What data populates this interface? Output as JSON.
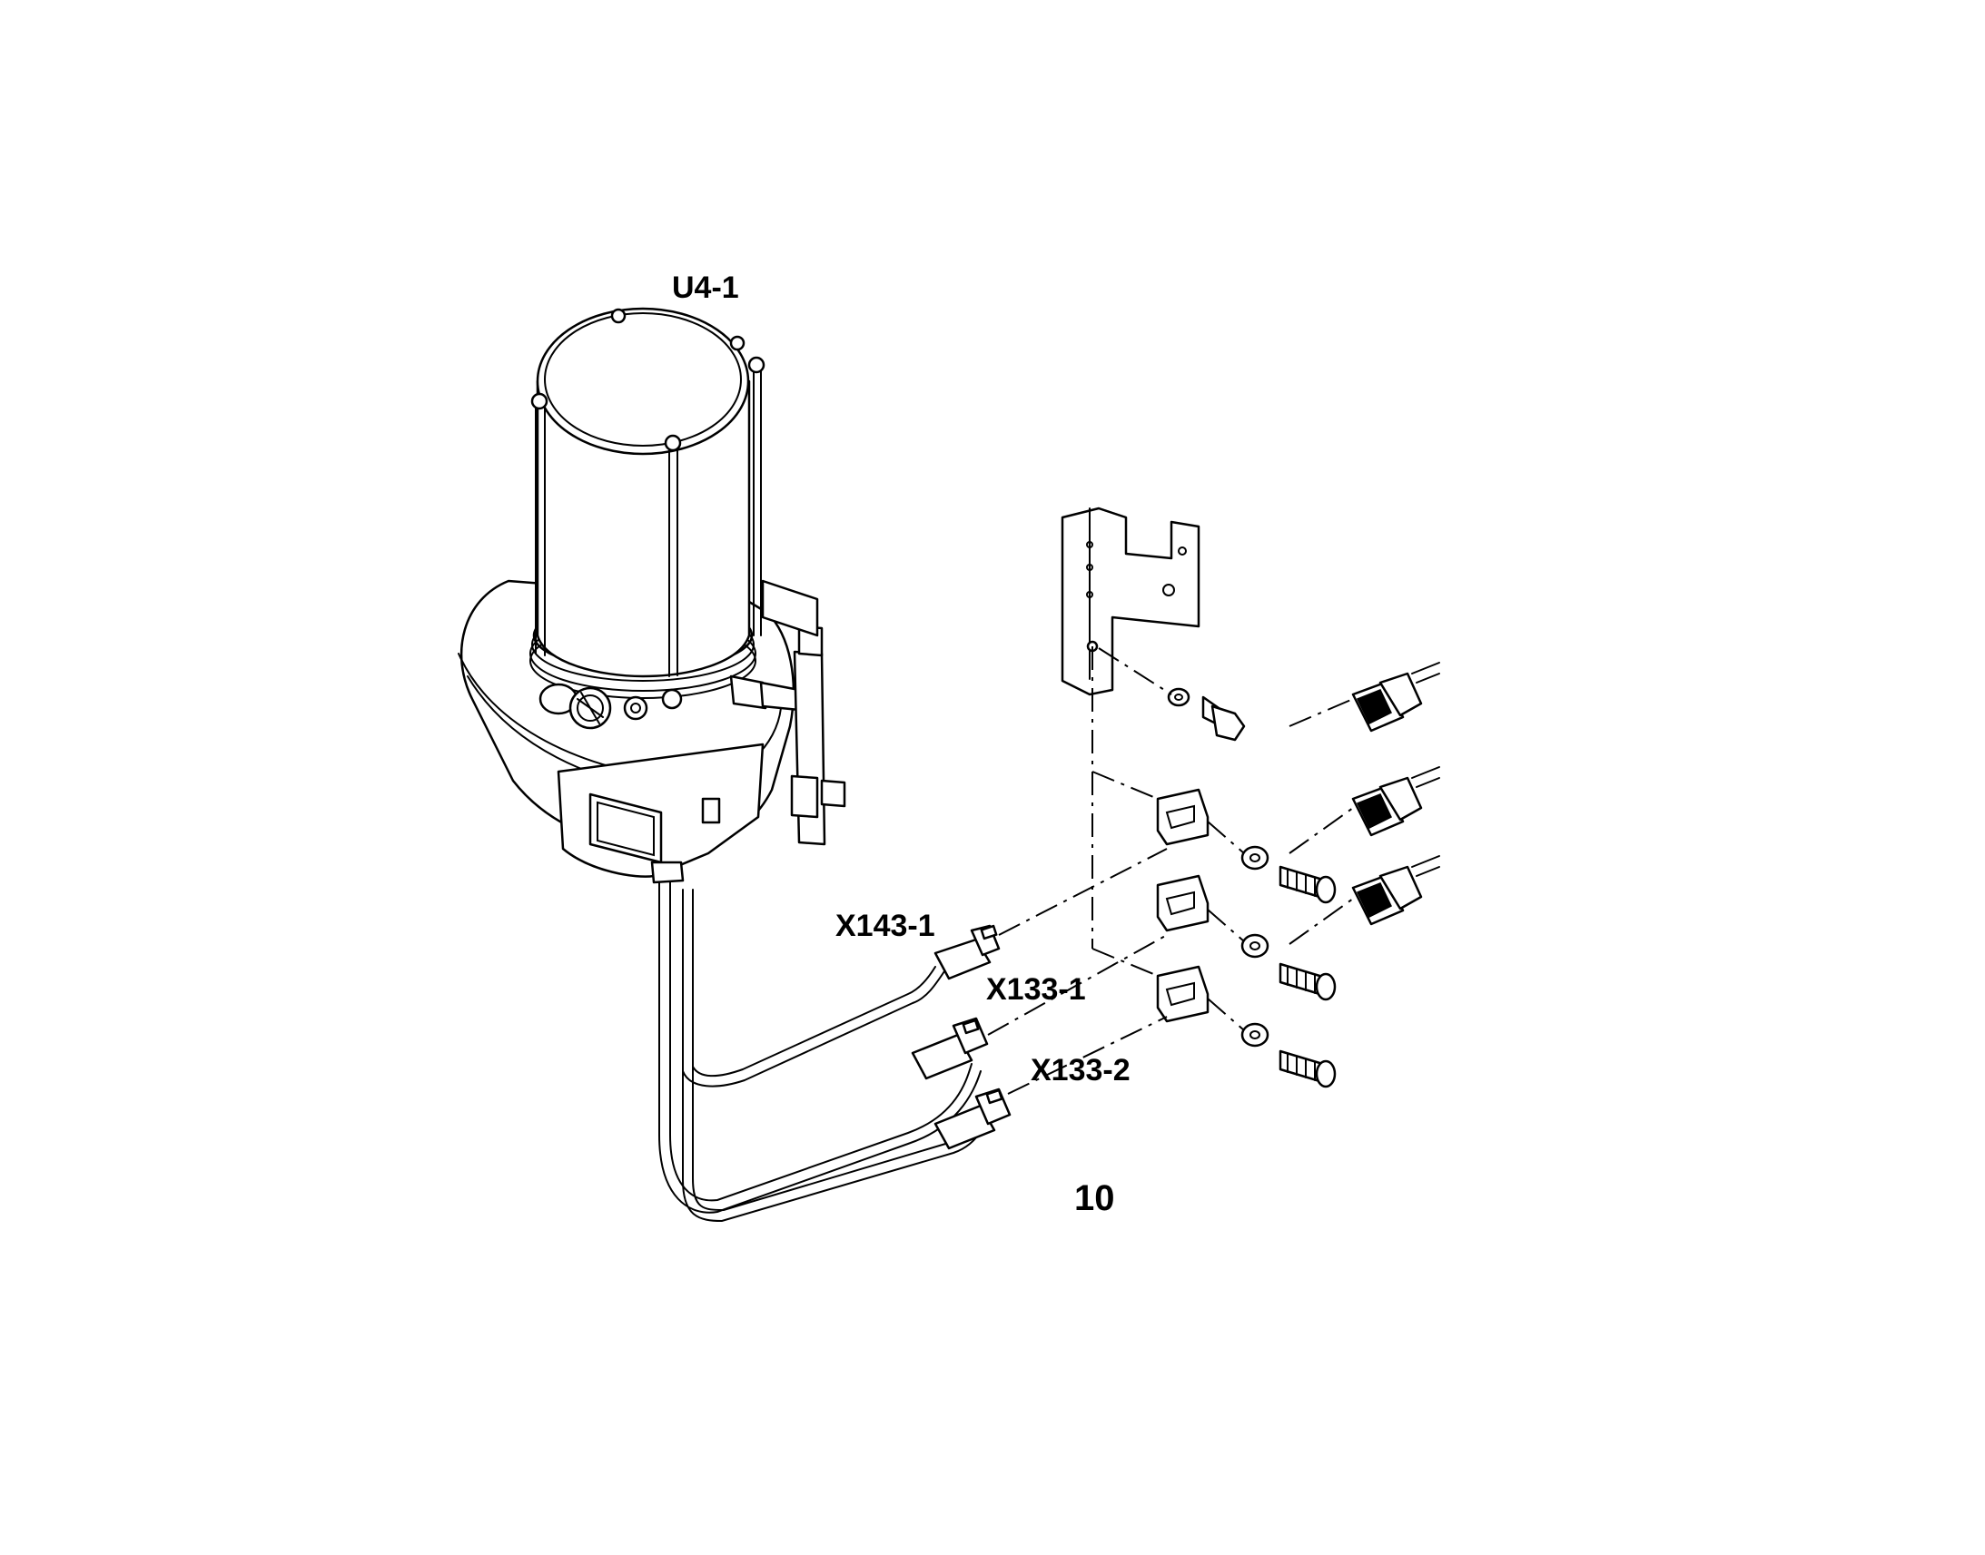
{
  "labels": {
    "pump_unit": "U4-1",
    "connector_x143_1": "X143-1",
    "connector_x133_1": "X133-1",
    "connector_x133_2": "X133-2",
    "page_number": "10"
  }
}
